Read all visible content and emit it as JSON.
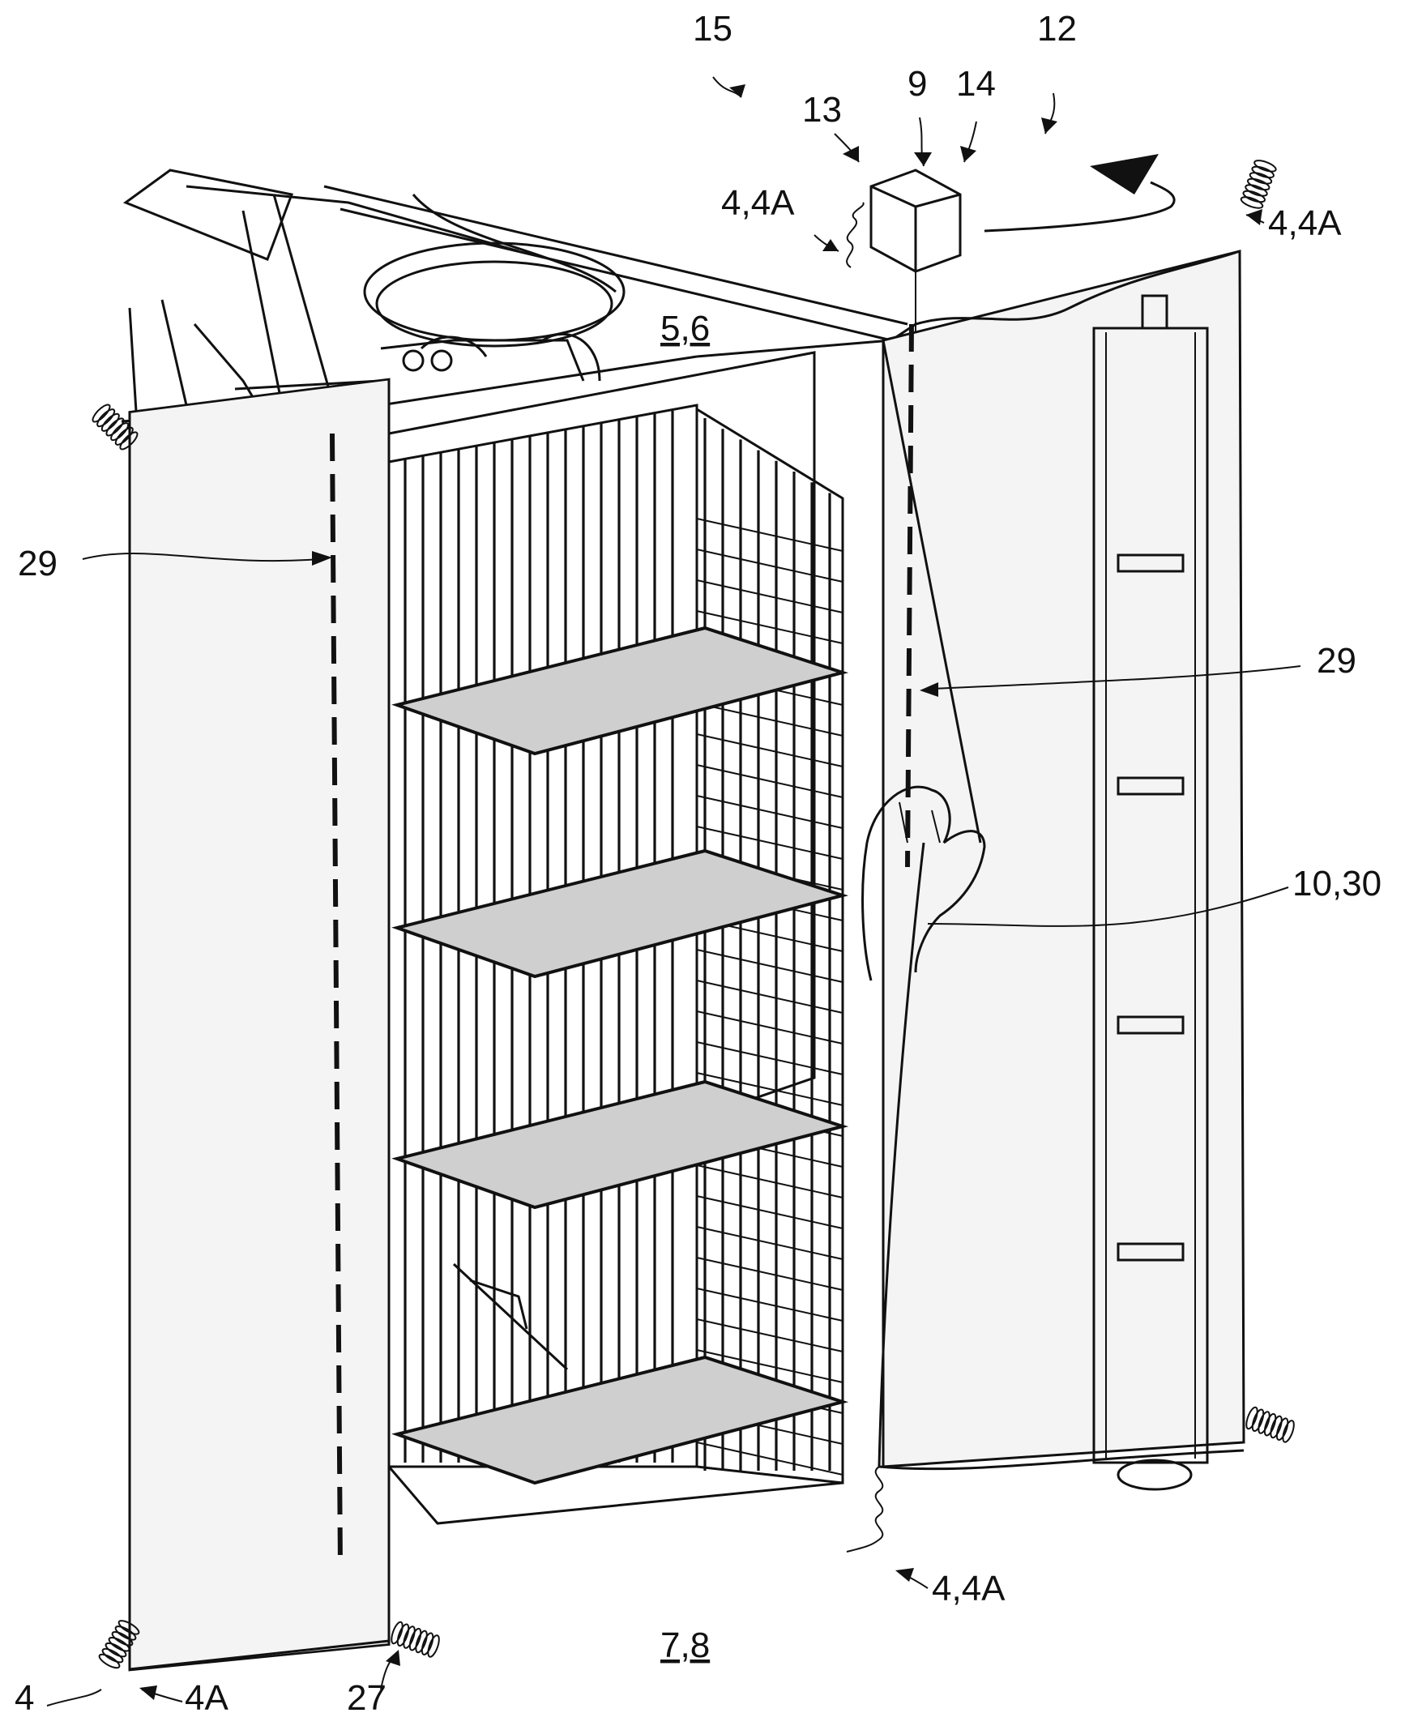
{
  "labels": {
    "l15": "15",
    "l13": "13",
    "l9": "9",
    "l14": "14",
    "l12": "12",
    "l44a_top_mid": "4,4A",
    "l44a_top_right": "4,4A",
    "l56": "5,6",
    "l29_left": "29",
    "l29_right": "29",
    "l1030": "10,30",
    "l44a_bottom": "4,4A",
    "l78": "7,8",
    "l4": "4",
    "l4a": "4A",
    "l27": "27"
  },
  "underlined": [
    "5,6",
    "7,8"
  ]
}
